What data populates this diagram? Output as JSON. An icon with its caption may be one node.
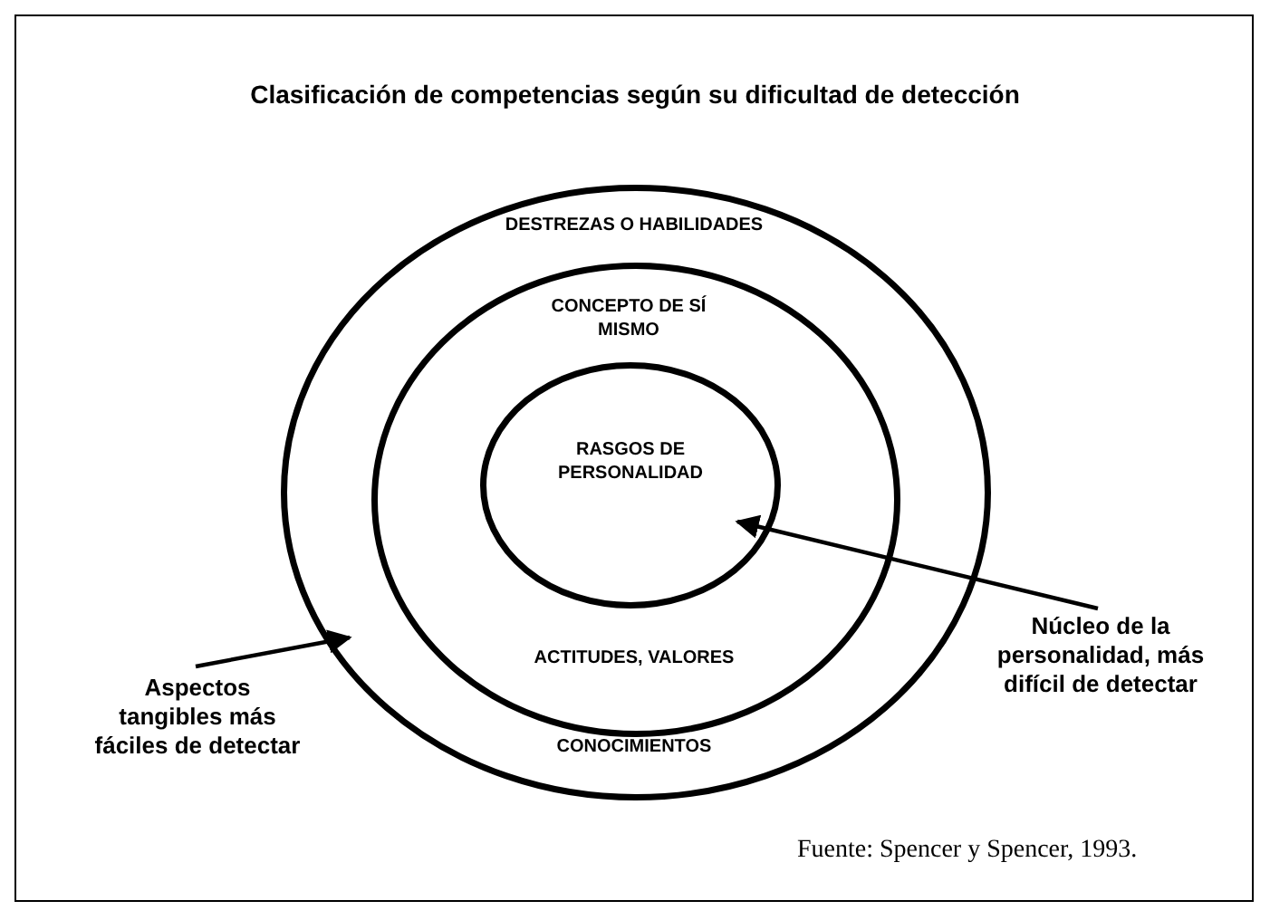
{
  "diagram": {
    "title": "Clasificación de competencias según su dificultad de detección",
    "nodes": [
      {
        "text": [
          "DESTREZAS O HABILIDADES",
          "CONOCIMIENTOS"
        ]
      },
      {
        "text": [
          "CONCEPTO DE SÍ MISMO",
          "ACTITUDES, VALORES"
        ],
        "in": 0
      },
      {
        "text": [
          "RASGOS DE PERSONALIDAD"
        ],
        "in": 1
      },
      {
        "text": [
          "Aspectos tangibles más fáciles de detectar"
        ]
      },
      {
        "text": [
          "Núcleo de la personalidad, más difícil de detectar"
        ]
      }
    ],
    "edges": [
      {
        "from": 3,
        "to": 0,
        "arrow": "to"
      },
      {
        "from": 4,
        "to": 2,
        "arrow": "to"
      }
    ],
    "caption": "Fuente: Spencer y Spencer, 1993."
  }
}
